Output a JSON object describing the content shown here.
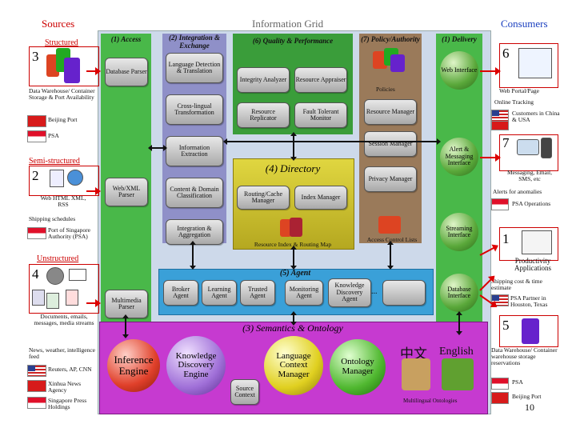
{
  "titles": {
    "sources": "Sources",
    "grid": "Information Grid",
    "consumers": "Consumers"
  },
  "columns": {
    "access": "(1) Access",
    "integration": "(2) Integration & Exchange",
    "quality": "(6) Quality & Performance",
    "policy": "(7) Policy/Authority",
    "delivery": "(1) Delivery",
    "directory": "(4) Directory",
    "agent": "(5) Agent",
    "semantics": "(3) Semantics & Ontology"
  },
  "sources": {
    "structured": {
      "label": "Structured",
      "num": "3",
      "desc": "Data Warehouse/ Container Storage & Port Availability",
      "items": [
        "Beijing Port",
        "PSA"
      ]
    },
    "semi": {
      "label": "Semi-structured",
      "num": "2",
      "desc": "Web HTML XML, RSS",
      "extra": "Shipping schedules",
      "items": [
        "Port of Singapore Authority (PSA)"
      ]
    },
    "unstructured": {
      "label": "Unstructured",
      "num": "4",
      "desc": "Documents, emails, messages, media streams",
      "extra": "News, weather, intelligence feed",
      "items": [
        "Reuters, AP, CNN",
        "Xinhua News Agency",
        "Singapore Press Holdings"
      ]
    }
  },
  "access": [
    "Database Parser",
    "Web/XML Parser",
    "Multimedia Parser"
  ],
  "integration": [
    "Language Detection & Translation",
    "Cross-lingual Transformation",
    "Information Extraction",
    "Content & Domain Classification",
    "Integration & Aggregation"
  ],
  "quality": [
    "Integrity Analyzer",
    "Resource Appraiser",
    "Resource Replicator",
    "Fault Tolerant Monitor"
  ],
  "policy": [
    "Policies",
    "Resource Manager",
    "Session Manager",
    "Privacy Manager",
    "Access Control Lists"
  ],
  "directory": [
    "Routing/Cache Manager",
    "Index Manager",
    "Resource Index & Routing Map"
  ],
  "agents": [
    "Broker Agent",
    "Learning Agent",
    "Trusted Agent",
    "Monitoring Agent",
    "Knowledge Discovery Agent",
    "..."
  ],
  "delivery": [
    "Web Interface",
    "Alert & Messaging Interface",
    "Streaming Interface",
    "Database Interface"
  ],
  "semantics": {
    "spheres": [
      "Inference Engine",
      "Knowledge Discovery Engine",
      "Language Context Manager",
      "Ontology Manager"
    ],
    "source_context": "Source Context",
    "chinese": "中文",
    "english": "English",
    "multilingual": "Multilingual Ontologies"
  },
  "consumers": {
    "c6": {
      "num": "6",
      "desc": "Web Portal/Page",
      "sub": "Online Tracking",
      "items": [
        "Customers in China & USA"
      ]
    },
    "c7": {
      "num": "7",
      "desc": "Messaging, Email, SMS, etc",
      "sub": "Alerts for anomalies",
      "items": [
        "PSA Operations"
      ]
    },
    "c1": {
      "num": "1",
      "desc": "Productivity Applications",
      "sub": "Shipping cost & time estimate",
      "items": [
        "PSA Partner in Houston, Texas"
      ]
    },
    "c5": {
      "num": "5",
      "desc": "Data Warehouse/ Container warehouse storage reservations",
      "items": [
        "PSA",
        "Beijing Port"
      ]
    }
  },
  "page_number": "10"
}
